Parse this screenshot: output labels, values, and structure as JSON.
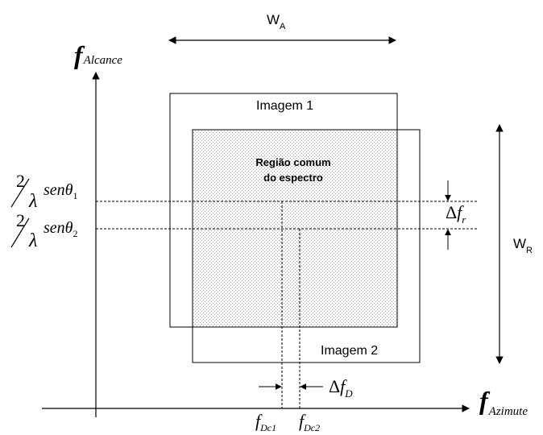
{
  "axes": {
    "vertical": {
      "symbol": "f",
      "subscript": "Alcance"
    },
    "horizontal": {
      "symbol": "f",
      "subscript": "Azimute"
    }
  },
  "widths": {
    "azimuth": {
      "symbol": "W",
      "subscript": "A"
    },
    "range": {
      "symbol": "W",
      "subscript": "R"
    }
  },
  "images": {
    "image1": "Imagem 1",
    "image2": "Imagem 2"
  },
  "common_region": {
    "line1": "Região comum",
    "line2": "do espectro"
  },
  "range_freqs": {
    "f1": {
      "numerator": "2",
      "denominator": "λ",
      "func": "sen",
      "var": "θ",
      "sub": "1"
    },
    "f2": {
      "numerator": "2",
      "denominator": "λ",
      "func": "sen",
      "var": "θ",
      "sub": "2"
    }
  },
  "deltas": {
    "range": {
      "delta": "Δ",
      "symbol": "f",
      "sub": "r"
    },
    "doppler": {
      "delta": "Δ",
      "symbol": "f",
      "sub": "D"
    }
  },
  "doppler_centroids": {
    "fDc1": {
      "symbol": "f",
      "sub": "Dc1"
    },
    "fDc2": {
      "symbol": "f",
      "sub": "Dc2"
    }
  },
  "colors": {
    "line": "#000000",
    "stipple": "#9a9a9a",
    "background": "#ffffff"
  }
}
